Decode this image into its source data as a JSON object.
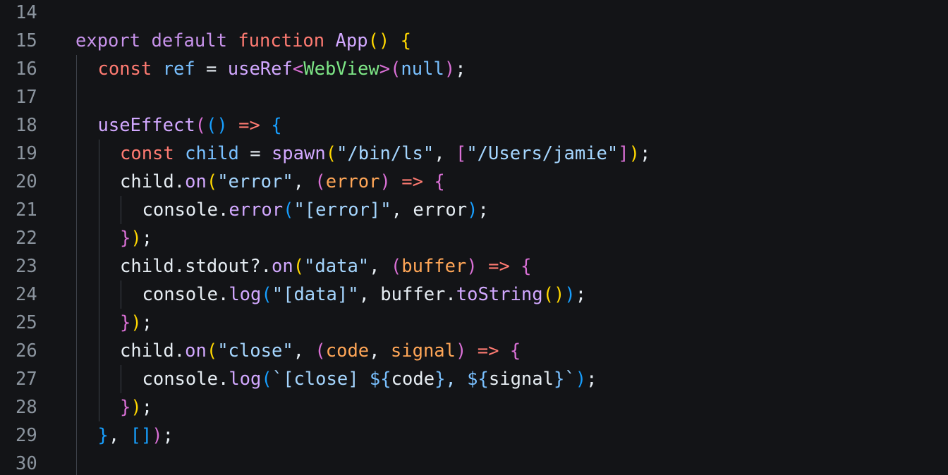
{
  "editor": {
    "lines": [
      {
        "n": "14",
        "indent": 0,
        "tokens": []
      },
      {
        "n": "15",
        "indent": 0,
        "tokens": [
          {
            "t": "export",
            "c": "exp"
          },
          {
            "t": " ",
            "c": "pl"
          },
          {
            "t": "default",
            "c": "exp"
          },
          {
            "t": " ",
            "c": "pl"
          },
          {
            "t": "function",
            "c": "def"
          },
          {
            "t": " ",
            "c": "pl"
          },
          {
            "t": "App",
            "c": "fn"
          },
          {
            "t": "()",
            "c": "br1"
          },
          {
            "t": " ",
            "c": "pl"
          },
          {
            "t": "{",
            "c": "br1"
          }
        ]
      },
      {
        "n": "16",
        "indent": 1,
        "tokens": [
          {
            "t": "const",
            "c": "def"
          },
          {
            "t": " ",
            "c": "pl"
          },
          {
            "t": "ref",
            "c": "name"
          },
          {
            "t": " = ",
            "c": "pl"
          },
          {
            "t": "useRef",
            "c": "fn"
          },
          {
            "t": "<",
            "c": "br2"
          },
          {
            "t": "WebView",
            "c": "type"
          },
          {
            "t": ">",
            "c": "br2"
          },
          {
            "t": "(",
            "c": "br2"
          },
          {
            "t": "null",
            "c": "name"
          },
          {
            "t": ")",
            "c": "br2"
          },
          {
            "t": ";",
            "c": "pl"
          }
        ]
      },
      {
        "n": "17",
        "indent": 1,
        "tokens": []
      },
      {
        "n": "18",
        "indent": 1,
        "tokens": [
          {
            "t": "useEffect",
            "c": "fn"
          },
          {
            "t": "(",
            "c": "br2"
          },
          {
            "t": "()",
            "c": "br3"
          },
          {
            "t": " ",
            "c": "pl"
          },
          {
            "t": "=>",
            "c": "def"
          },
          {
            "t": " ",
            "c": "pl"
          },
          {
            "t": "{",
            "c": "br3"
          }
        ]
      },
      {
        "n": "19",
        "indent": 2,
        "tokens": [
          {
            "t": "const",
            "c": "def"
          },
          {
            "t": " ",
            "c": "pl"
          },
          {
            "t": "child",
            "c": "name"
          },
          {
            "t": " = ",
            "c": "pl"
          },
          {
            "t": "spawn",
            "c": "fn"
          },
          {
            "t": "(",
            "c": "br1"
          },
          {
            "t": "\"/bin/ls\"",
            "c": "str"
          },
          {
            "t": ", ",
            "c": "pl"
          },
          {
            "t": "[",
            "c": "br2"
          },
          {
            "t": "\"/Users/jamie\"",
            "c": "str"
          },
          {
            "t": "]",
            "c": "br2"
          },
          {
            "t": ")",
            "c": "br1"
          },
          {
            "t": ";",
            "c": "pl"
          }
        ]
      },
      {
        "n": "20",
        "indent": 2,
        "tokens": [
          {
            "t": "child",
            "c": "pl"
          },
          {
            "t": ".",
            "c": "pl"
          },
          {
            "t": "on",
            "c": "mem"
          },
          {
            "t": "(",
            "c": "br1"
          },
          {
            "t": "\"error\"",
            "c": "str"
          },
          {
            "t": ", ",
            "c": "pl"
          },
          {
            "t": "(",
            "c": "br2"
          },
          {
            "t": "error",
            "c": "par"
          },
          {
            "t": ")",
            "c": "br2"
          },
          {
            "t": " ",
            "c": "pl"
          },
          {
            "t": "=>",
            "c": "def"
          },
          {
            "t": " ",
            "c": "pl"
          },
          {
            "t": "{",
            "c": "br2"
          }
        ]
      },
      {
        "n": "21",
        "indent": 3,
        "tokens": [
          {
            "t": "console",
            "c": "pl"
          },
          {
            "t": ".",
            "c": "pl"
          },
          {
            "t": "error",
            "c": "mem"
          },
          {
            "t": "(",
            "c": "br3"
          },
          {
            "t": "\"[error]\"",
            "c": "str"
          },
          {
            "t": ", ",
            "c": "pl"
          },
          {
            "t": "error",
            "c": "pl"
          },
          {
            "t": ")",
            "c": "br3"
          },
          {
            "t": ";",
            "c": "pl"
          }
        ]
      },
      {
        "n": "22",
        "indent": 2,
        "tokens": [
          {
            "t": "}",
            "c": "br2"
          },
          {
            "t": ")",
            "c": "br1"
          },
          {
            "t": ";",
            "c": "pl"
          }
        ]
      },
      {
        "n": "23",
        "indent": 2,
        "tokens": [
          {
            "t": "child",
            "c": "pl"
          },
          {
            "t": ".",
            "c": "pl"
          },
          {
            "t": "stdout",
            "c": "pl"
          },
          {
            "t": "?.",
            "c": "pl"
          },
          {
            "t": "on",
            "c": "mem"
          },
          {
            "t": "(",
            "c": "br1"
          },
          {
            "t": "\"data\"",
            "c": "str"
          },
          {
            "t": ", ",
            "c": "pl"
          },
          {
            "t": "(",
            "c": "br2"
          },
          {
            "t": "buffer",
            "c": "par"
          },
          {
            "t": ")",
            "c": "br2"
          },
          {
            "t": " ",
            "c": "pl"
          },
          {
            "t": "=>",
            "c": "def"
          },
          {
            "t": " ",
            "c": "pl"
          },
          {
            "t": "{",
            "c": "br2"
          }
        ]
      },
      {
        "n": "24",
        "indent": 3,
        "tokens": [
          {
            "t": "console",
            "c": "pl"
          },
          {
            "t": ".",
            "c": "pl"
          },
          {
            "t": "log",
            "c": "mem"
          },
          {
            "t": "(",
            "c": "br3"
          },
          {
            "t": "\"[data]\"",
            "c": "str"
          },
          {
            "t": ", ",
            "c": "pl"
          },
          {
            "t": "buffer",
            "c": "pl"
          },
          {
            "t": ".",
            "c": "pl"
          },
          {
            "t": "toString",
            "c": "mem"
          },
          {
            "t": "()",
            "c": "br1"
          },
          {
            "t": ")",
            "c": "br3"
          },
          {
            "t": ";",
            "c": "pl"
          }
        ]
      },
      {
        "n": "25",
        "indent": 2,
        "tokens": [
          {
            "t": "}",
            "c": "br2"
          },
          {
            "t": ")",
            "c": "br1"
          },
          {
            "t": ";",
            "c": "pl"
          }
        ]
      },
      {
        "n": "26",
        "indent": 2,
        "tokens": [
          {
            "t": "child",
            "c": "pl"
          },
          {
            "t": ".",
            "c": "pl"
          },
          {
            "t": "on",
            "c": "mem"
          },
          {
            "t": "(",
            "c": "br1"
          },
          {
            "t": "\"close\"",
            "c": "str"
          },
          {
            "t": ", ",
            "c": "pl"
          },
          {
            "t": "(",
            "c": "br2"
          },
          {
            "t": "code",
            "c": "par"
          },
          {
            "t": ", ",
            "c": "pl"
          },
          {
            "t": "signal",
            "c": "par"
          },
          {
            "t": ")",
            "c": "br2"
          },
          {
            "t": " ",
            "c": "pl"
          },
          {
            "t": "=>",
            "c": "def"
          },
          {
            "t": " ",
            "c": "pl"
          },
          {
            "t": "{",
            "c": "br2"
          }
        ]
      },
      {
        "n": "27",
        "indent": 3,
        "tokens": [
          {
            "t": "console",
            "c": "pl"
          },
          {
            "t": ".",
            "c": "pl"
          },
          {
            "t": "log",
            "c": "mem"
          },
          {
            "t": "(",
            "c": "br3"
          },
          {
            "t": "`[close] ",
            "c": "str"
          },
          {
            "t": "${",
            "c": "name"
          },
          {
            "t": "code",
            "c": "pl"
          },
          {
            "t": "}",
            "c": "name"
          },
          {
            "t": ", ",
            "c": "str"
          },
          {
            "t": "${",
            "c": "name"
          },
          {
            "t": "signal",
            "c": "pl"
          },
          {
            "t": "}",
            "c": "name"
          },
          {
            "t": "`",
            "c": "str"
          },
          {
            "t": ")",
            "c": "br3"
          },
          {
            "t": ";",
            "c": "pl"
          }
        ]
      },
      {
        "n": "28",
        "indent": 2,
        "tokens": [
          {
            "t": "}",
            "c": "br2"
          },
          {
            "t": ")",
            "c": "br1"
          },
          {
            "t": ";",
            "c": "pl"
          }
        ]
      },
      {
        "n": "29",
        "indent": 1,
        "tokens": [
          {
            "t": "}",
            "c": "br3"
          },
          {
            "t": ", ",
            "c": "pl"
          },
          {
            "t": "[]",
            "c": "br3"
          },
          {
            "t": ")",
            "c": "br2"
          },
          {
            "t": ";",
            "c": "pl"
          }
        ]
      },
      {
        "n": "30",
        "indent": 1,
        "tokens": []
      }
    ]
  },
  "colors": {
    "background": "#131417",
    "line_number": "#8b949e",
    "indent_guide": "#3d4149"
  }
}
